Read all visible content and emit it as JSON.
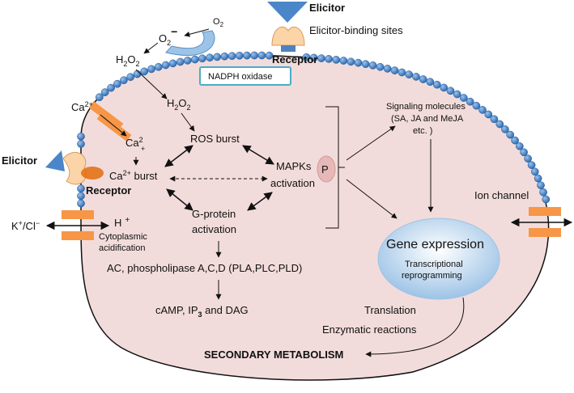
{
  "labels": {
    "elicitor_top": "Elicitor",
    "elicitor_binding_sites": "Elicitor-binding sites",
    "receptor_top": "Receptor",
    "o2": "O",
    "o2_sub": "2",
    "o2_radical": "O",
    "o2_radical_sub": "2",
    "o2_radical_sup": "−",
    "h2o2_a": "H",
    "h2o2_a_sub": "2",
    "h2o2_a_o": "O",
    "h2o2_a_sub2": "2",
    "nadph_oxidase": "NADPH oxidase",
    "h2o2_b": "H",
    "h2o2_b_sub": "2",
    "h2o2_b_o": "O",
    "h2o2_b_sub2": "2",
    "ca_outside": "Ca",
    "ca_outside_sup": "2+",
    "ca_inside": "Ca",
    "ca_inside_sup": "2",
    "ca_inside_plus": "+",
    "ros_burst": "ROS burst",
    "mapks_line1": "MAPKs",
    "mapks_line2": "activation",
    "p_badge": "P",
    "elicitor_left": "Elicitor",
    "ca_burst": "Ca",
    "ca_burst_sup": "2+",
    "ca_burst_tail": " burst",
    "receptor_left": "Receptor",
    "signaling_line1": "Signaling molecules",
    "signaling_line2": "(SA, JA and MeJA",
    "signaling_line3": "etc. )",
    "ion_channel": "Ion channel",
    "k_cl": "K",
    "k_sup": "+",
    "cl": "/Cl",
    "cl_sup": "−",
    "h_plus": "H",
    "h_plus_sup": "+",
    "cytoplasmic_line1": "Cytoplasmic",
    "cytoplasmic_line2": "acidification",
    "gprotein_line1": "G-protein",
    "gprotein_line2": "activation",
    "gene_expression": "Gene expression",
    "transcriptional_line1": "Transcriptional",
    "transcriptional_line2": "reprogramming",
    "ac_phospholipase": "AC, phospholipase A,C,D (PLA,PLC,PLD)",
    "camp": "cAMP, IP",
    "camp_sub": "3",
    "camp_tail": " and DAG",
    "translation": "Translation",
    "enzymatic": "Enzymatic reactions",
    "secondary_metabolism": "SECONDARY METABOLISM"
  },
  "colors": {
    "cell_fill": "#f2dcdb",
    "membrane_bead": "#4f81bd",
    "channel_orange": "#f79646",
    "elicitor_blue": "#4a86c8",
    "receptor_peach": "#fbd4a8",
    "nadph_border": "#4bacc6",
    "gene_blue": "#bdd7ee",
    "p_badge_fill": "#e6b8b7"
  }
}
